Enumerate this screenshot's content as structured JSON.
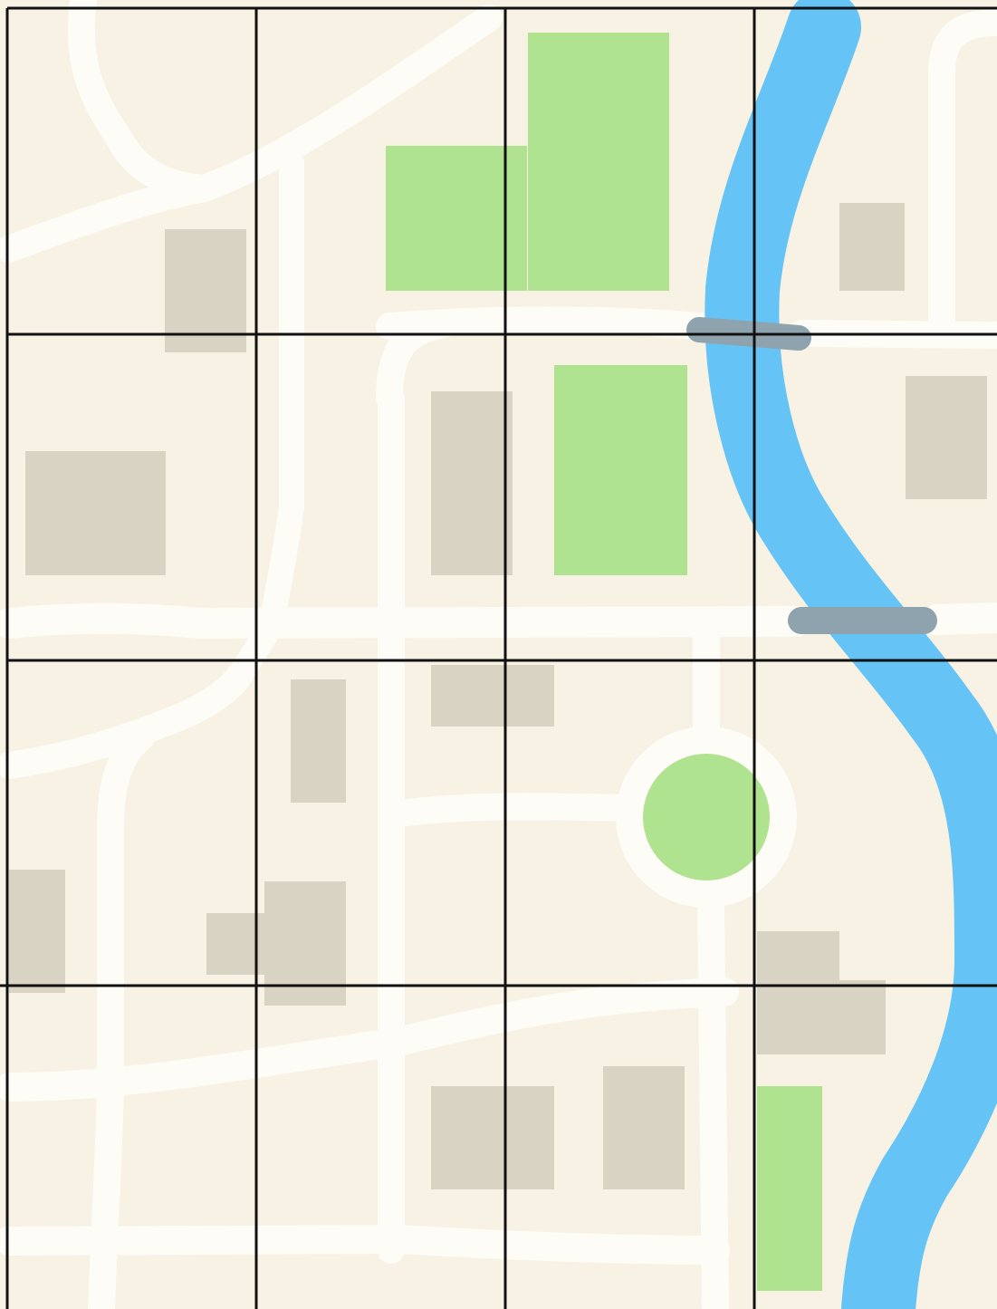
{
  "map": {
    "colors": {
      "land": "#f7f2e3",
      "road": "#fdfcf6",
      "building": "#d9d3c3",
      "park": "#b0e38f",
      "river": "#66c3f6",
      "bridge": "#8fa3ae",
      "grid": "#111111"
    },
    "grid": {
      "columns": 4,
      "rows": 4
    },
    "features": {
      "river": "river",
      "bridges": 2,
      "roundabout": "roundabout-park"
    }
  }
}
